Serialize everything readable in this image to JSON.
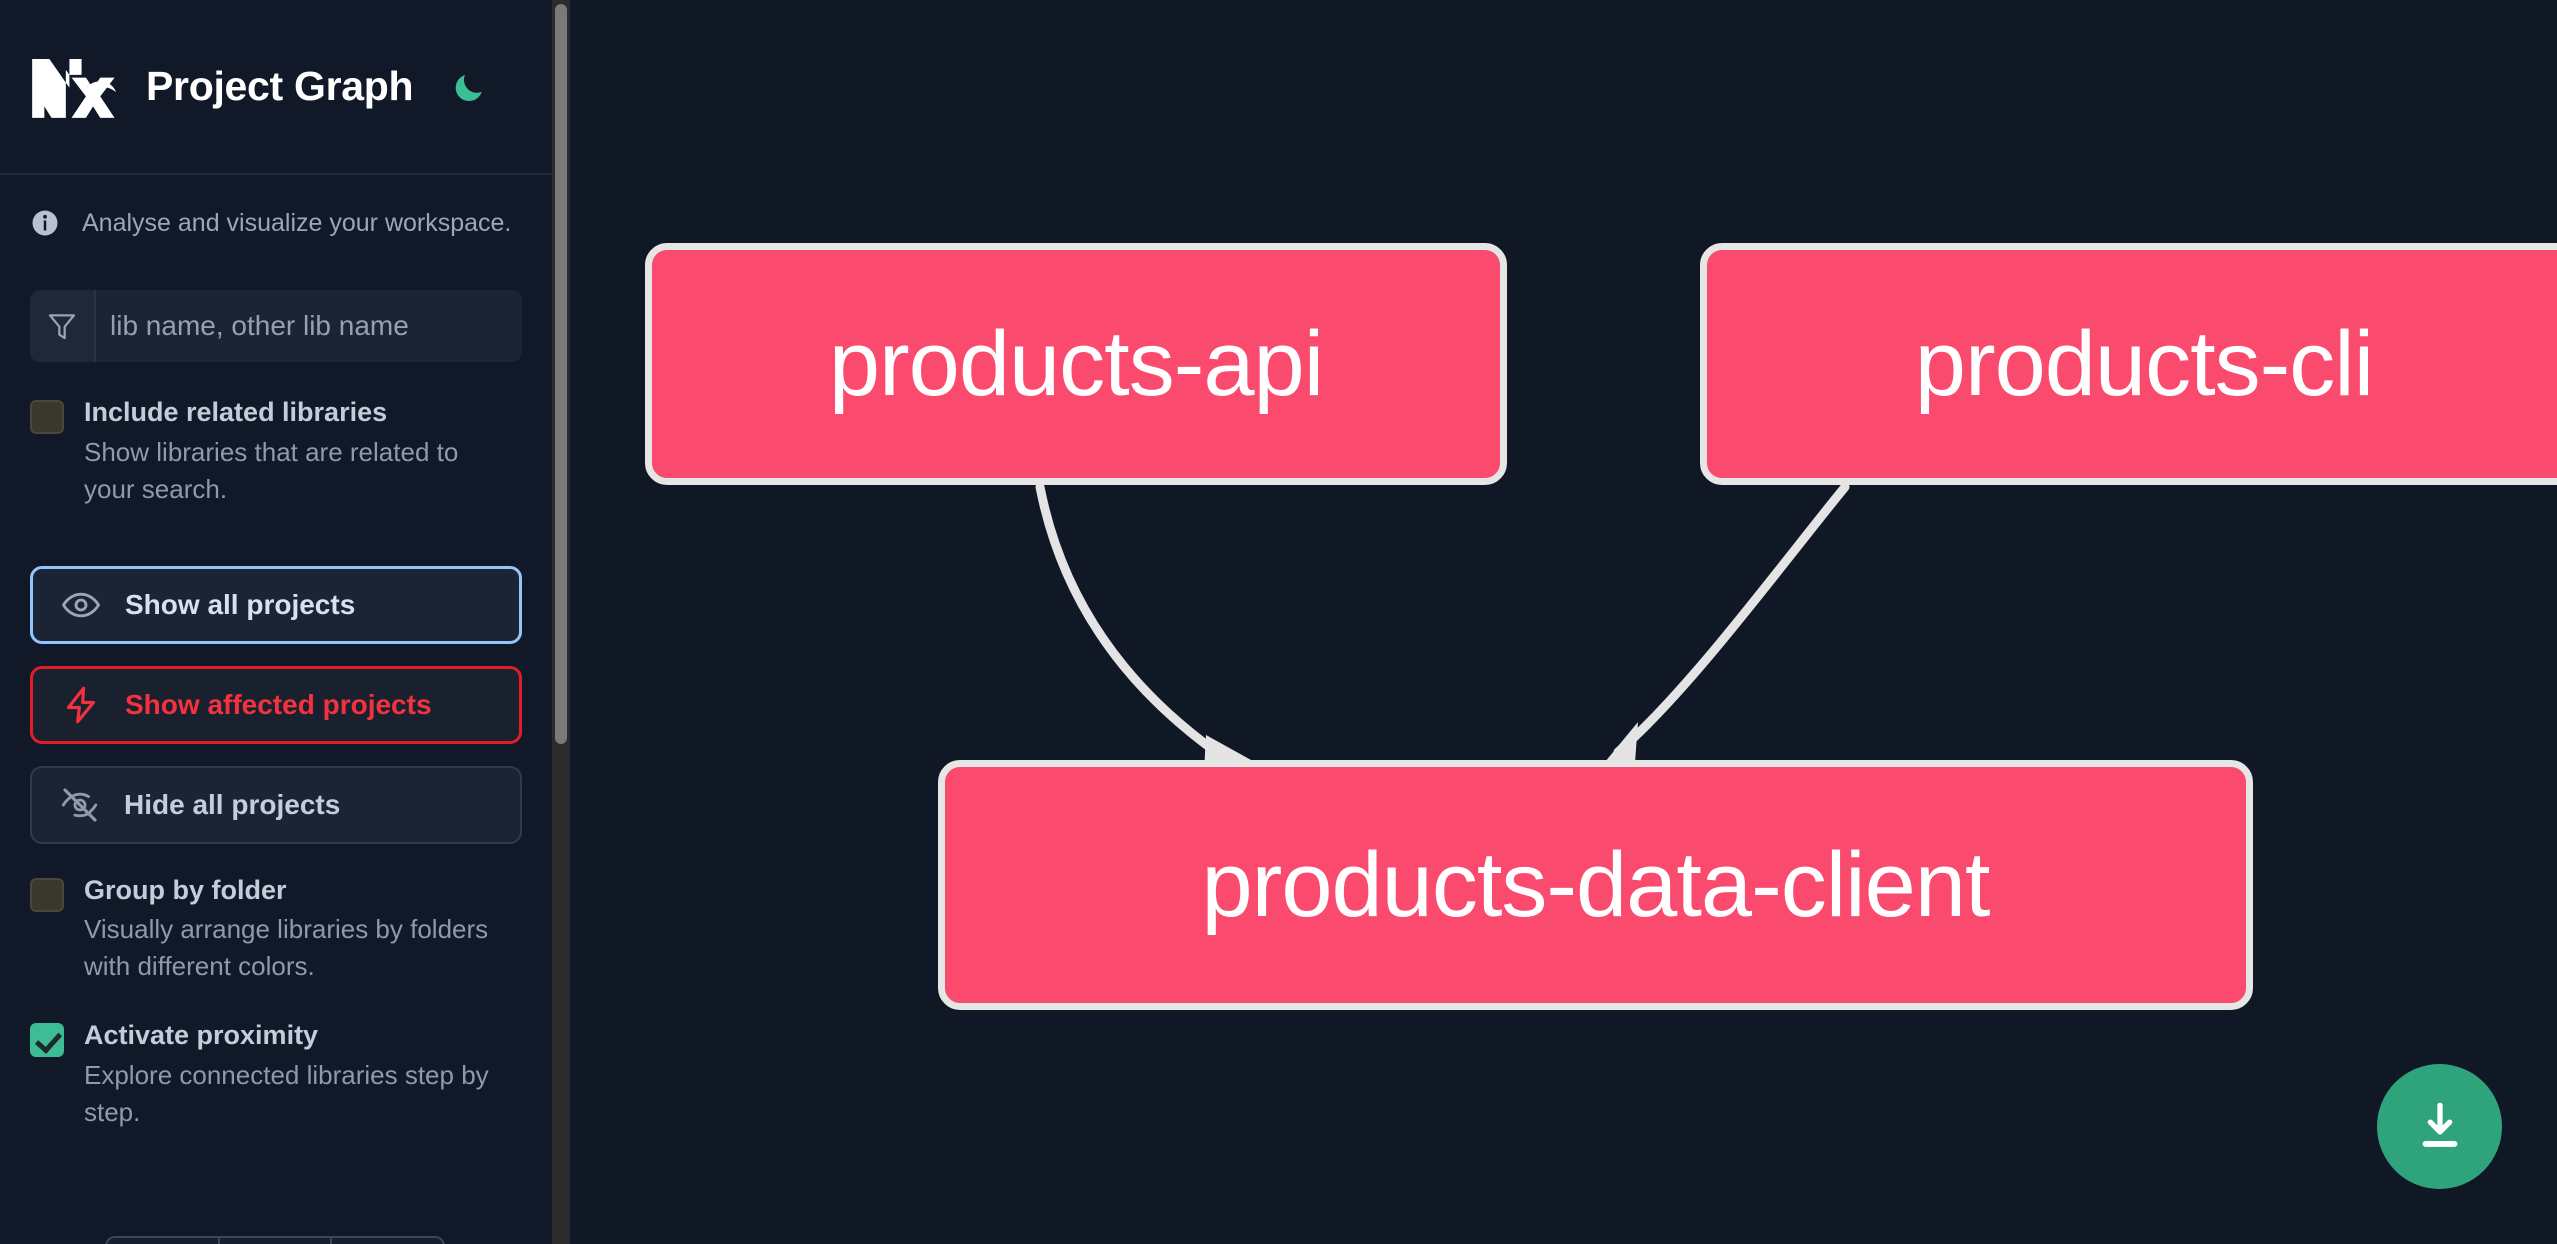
{
  "header": {
    "logo_icon": "nx-logo-icon",
    "title": "Project Graph",
    "theme_toggle_icon": "moon-icon",
    "theme_accent": "#3dbd93"
  },
  "info": {
    "icon": "info-icon",
    "text": "Analyse and visualize your workspace."
  },
  "search": {
    "icon": "filter-funnel-icon",
    "value": "",
    "placeholder": "lib name, other lib name"
  },
  "options": [
    {
      "name": "include-related-libraries",
      "label": "Include related libraries",
      "description": "Show libraries that are related to your search.",
      "checked": false
    },
    {
      "name": "group-by-folder",
      "label": "Group by folder",
      "description": "Visually arrange libraries by folders with different colors.",
      "checked": false
    },
    {
      "name": "activate-proximity",
      "label": "Activate proximity",
      "description": "Explore connected libraries step by step.",
      "checked": true
    }
  ],
  "buttons": [
    {
      "name": "show-all-projects",
      "label": "Show all projects",
      "icon": "eye-icon",
      "style": "primary",
      "color": "#93c5fd"
    },
    {
      "name": "show-affected-projects",
      "label": "Show affected projects",
      "icon": "lightning-bolt-icon",
      "style": "danger",
      "color": "#f4323f"
    },
    {
      "name": "hide-all-projects",
      "label": "Hide all projects",
      "icon": "eye-off-icon",
      "style": "ghost",
      "color": "#c3cedc"
    }
  ],
  "graph": {
    "node_fill": "#fa4a6e",
    "node_border": "#e6e6e6",
    "edge_color": "#e4e4e4",
    "nodes": [
      {
        "id": "products-api",
        "label": "products-api"
      },
      {
        "id": "products-cli",
        "label": "products-cli"
      },
      {
        "id": "products-data-client",
        "label": "products-data-client"
      }
    ],
    "edges": [
      {
        "from": "products-api",
        "to": "products-data-client"
      },
      {
        "from": "products-cli",
        "to": "products-data-client"
      }
    ]
  },
  "download_button": {
    "name": "download-graph-button",
    "icon": "download-icon",
    "color": "#2fa37c"
  },
  "scrollbar": {
    "name": "sidebar-scrollbar"
  }
}
